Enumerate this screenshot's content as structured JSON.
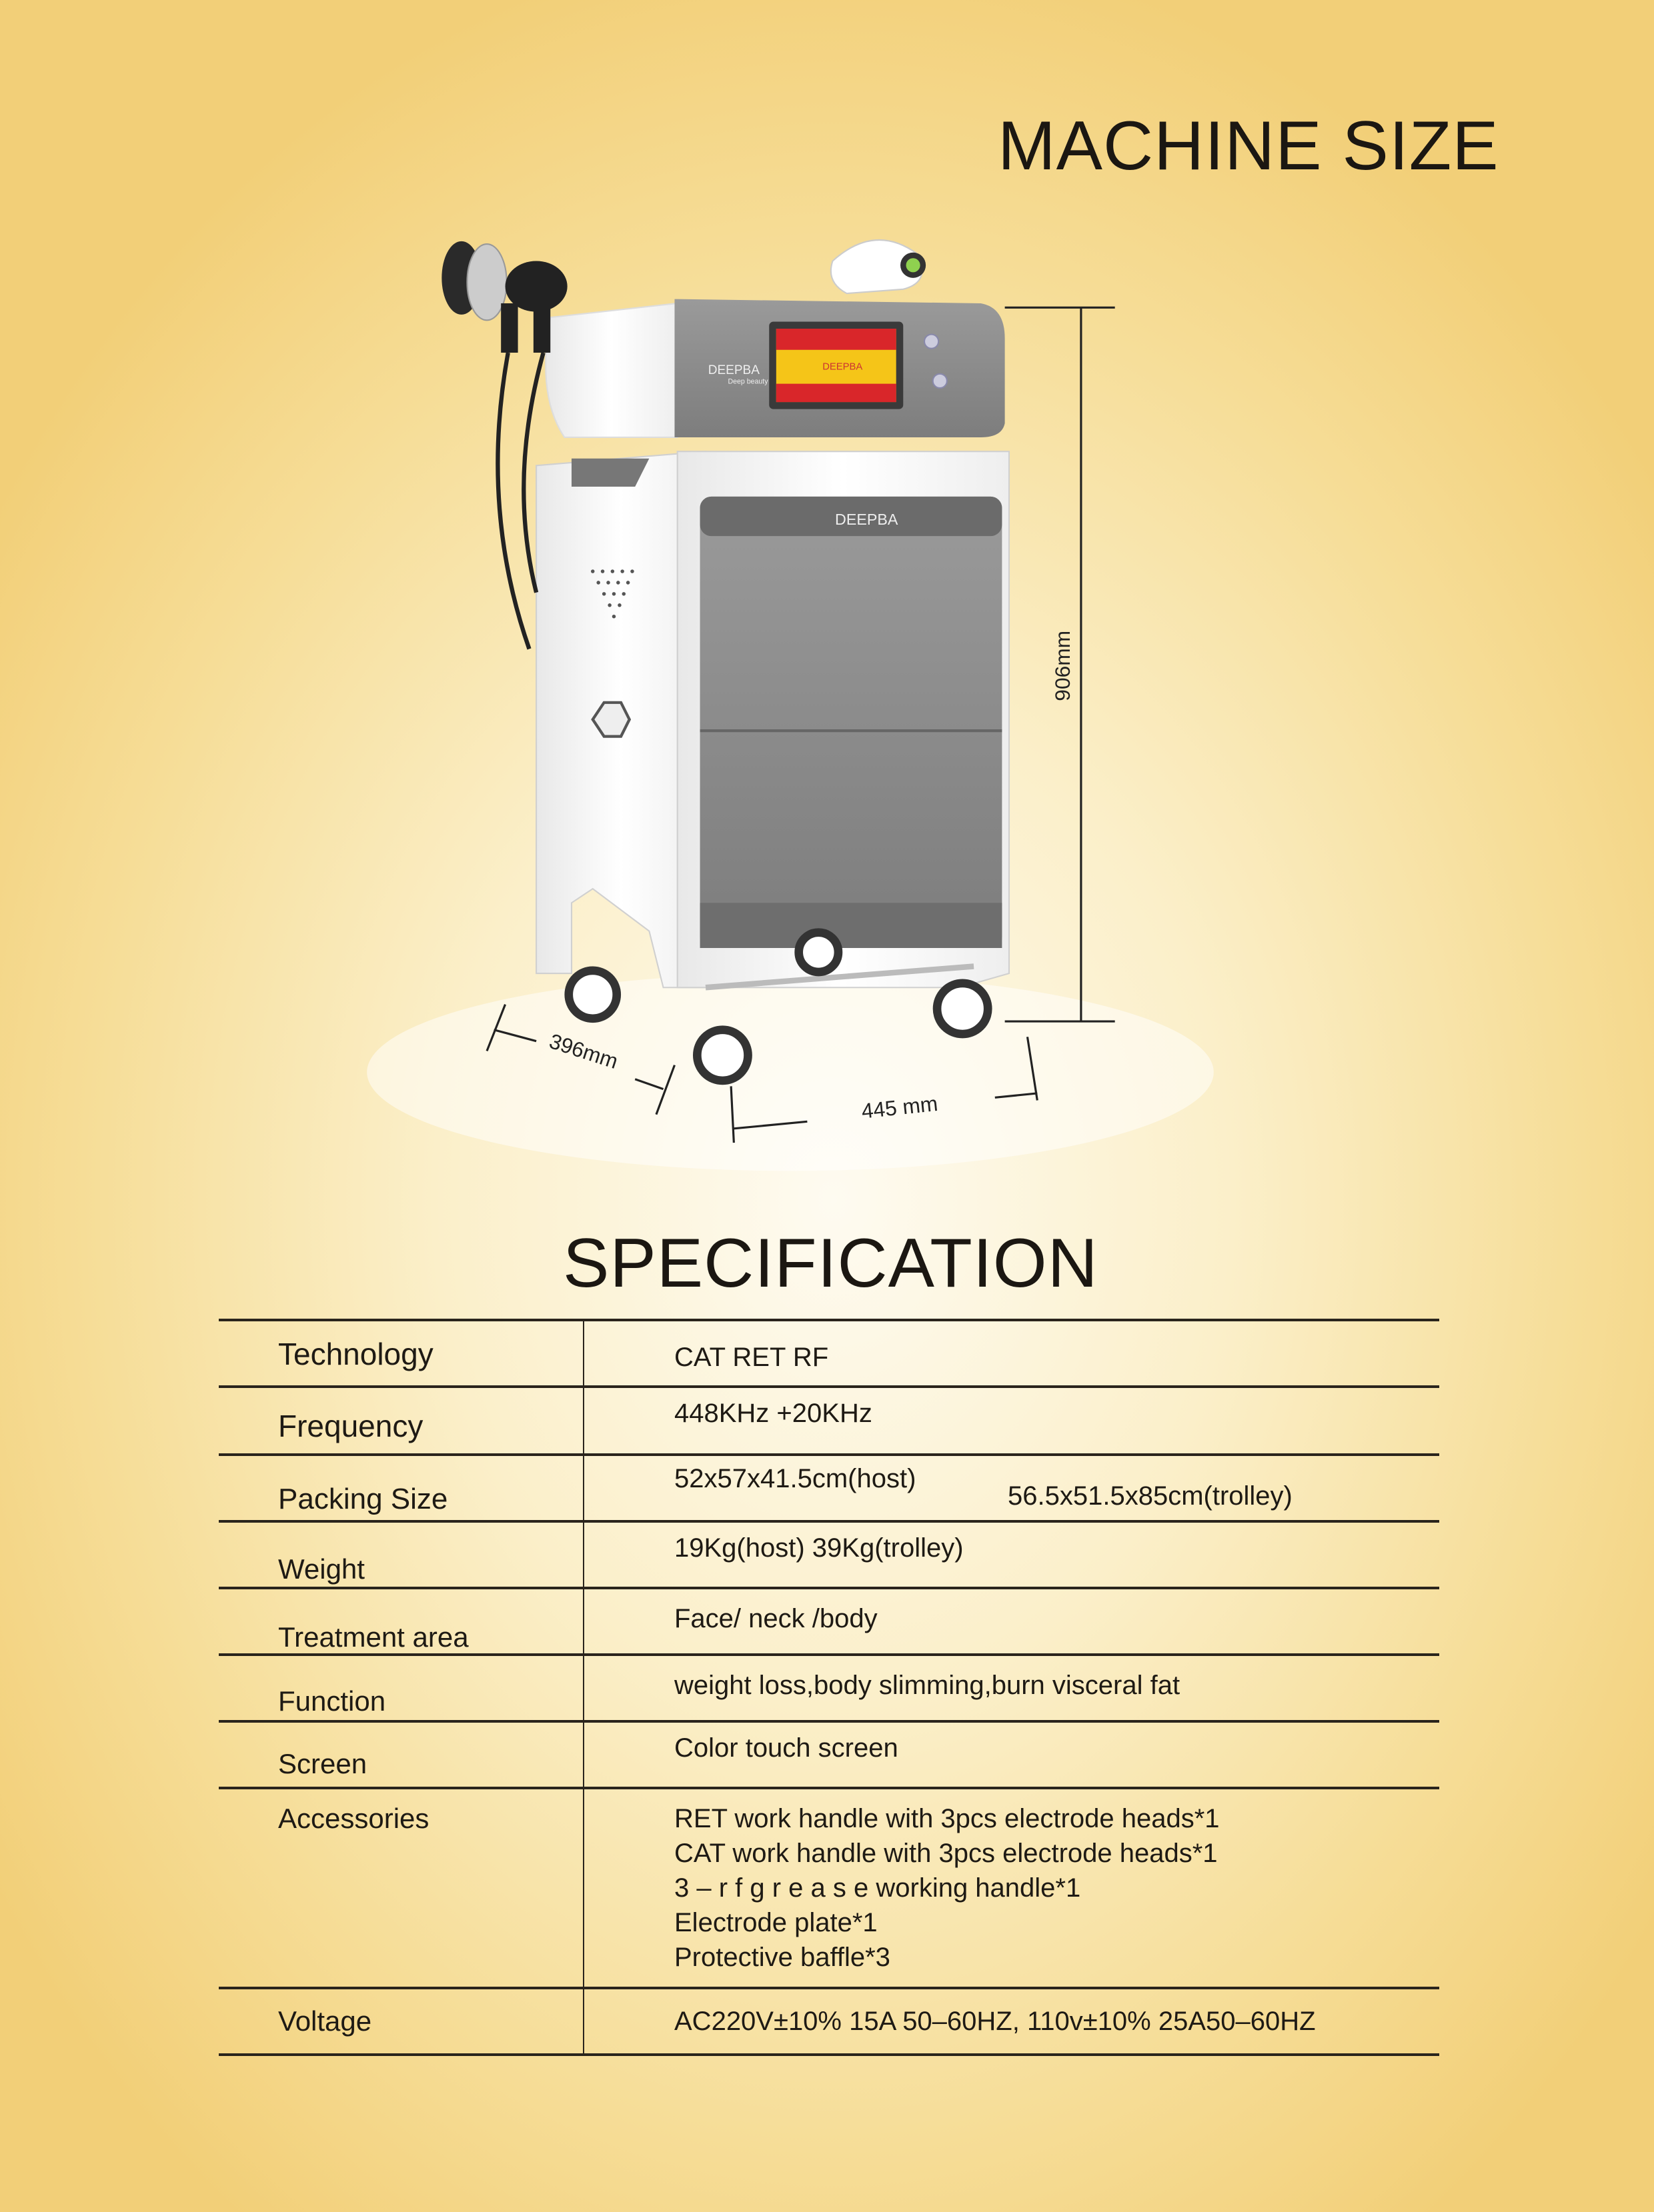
{
  "machine_size": {
    "title": "MACHINE SIZE",
    "brand_logo": "DEEPBA",
    "brand_tagline": "Deep beauty",
    "dimensions": {
      "height": "906mm",
      "depth": "396mm",
      "width": "445 mm"
    }
  },
  "specification": {
    "title": "SPECIFICATION",
    "rows": [
      {
        "label": "Technology",
        "values": [
          "CAT  RET   RF"
        ]
      },
      {
        "label": "Frequency",
        "values": [
          "448KHz +20KHz"
        ]
      },
      {
        "label": "Packing Size",
        "values": [
          "52x57x41.5cm(host)",
          "56.5x51.5x85cm(trolley)"
        ]
      },
      {
        "label": "Weight",
        "values": [
          "19Kg(host)   39Kg(trolley)"
        ]
      },
      {
        "label": "Treatment area",
        "values": [
          "Face/ neck /body"
        ]
      },
      {
        "label": "Function",
        "values": [
          "weight loss,body slimming,burn visceral fat"
        ]
      },
      {
        "label": "Screen",
        "values": [
          "Color touch screen"
        ]
      },
      {
        "label": "Accessories",
        "values": [
          "RET work handle with 3pcs electrode heads*1",
          "CAT work handle with 3pcs electrode heads*1",
          "3 – r f g r e a s e working handle*1",
          "Electrode plate*1",
          "Protective baffle*3"
        ]
      },
      {
        "label": "Voltage",
        "values": [
          "AC220V±10% 15A 50–60HZ, 110v±10% 25A50–60HZ"
        ]
      }
    ]
  },
  "colors": {
    "background_edge": "#f2cf78",
    "background_center": "#fefbf1",
    "text": "#1e1a14",
    "panel_gray": "#8a8a8a",
    "screen_red": "#d9262a",
    "screen_yellow": "#f5c518"
  }
}
